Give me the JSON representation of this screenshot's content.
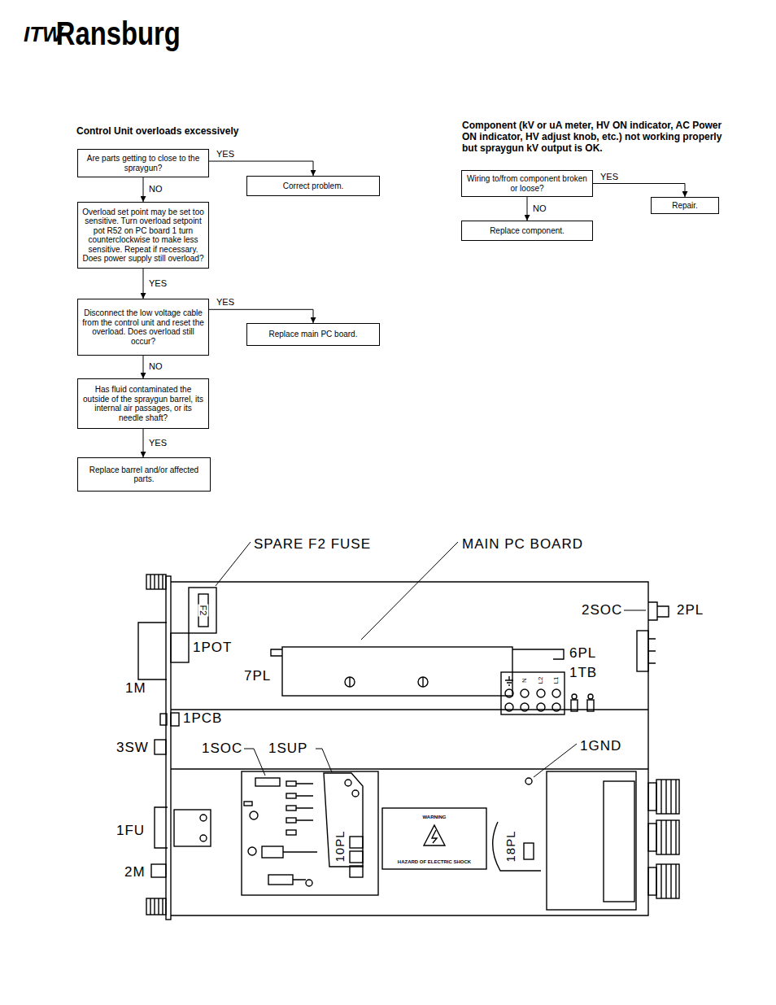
{
  "diagram": {
    "nodes": [
      {
        "text": [
          "Are parts getting to close to the spraygun?"
        ]
      },
      {
        "text": [
          "Correct problem."
        ]
      },
      {
        "text": [
          "Overload set point may be set too sensitive. Turn overload setpoint pot R52 on PC board 1 turn counterclockwise to make less sensitive. Repeat if necessary. Does power supply still overload?"
        ]
      },
      {
        "text": [
          "Disconnect the low voltage cable from the control unit and reset the overload. Does overload still occur?"
        ]
      },
      {
        "text": [
          "Replace main PC board."
        ]
      },
      {
        "text": [
          "Has fluid contaminated the outside of the spraygun barrel, its internal air passages, or its needle shaft?"
        ]
      },
      {
        "text": [
          "Replace barrel and/or affected parts."
        ]
      },
      {
        "text": [
          "Wiring to/from component broken or loose?"
        ]
      },
      {
        "text": [
          "Repair."
        ]
      },
      {
        "text": [
          "Replace component."
        ]
      }
    ],
    "edges": [
      {
        "from": 0,
        "to": 1,
        "label": "YES",
        "arrow": "to"
      },
      {
        "from": 0,
        "to": 2,
        "label": "NO",
        "arrow": "to"
      },
      {
        "from": 2,
        "to": 3,
        "label": "YES",
        "arrow": "to"
      },
      {
        "from": 3,
        "to": 4,
        "label": "YES",
        "arrow": "to"
      },
      {
        "from": 3,
        "to": 5,
        "label": "NO",
        "arrow": "to"
      },
      {
        "from": 5,
        "to": 6,
        "label": "YES",
        "arrow": "to"
      },
      {
        "from": 7,
        "to": 8,
        "label": "YES",
        "arrow": "to"
      },
      {
        "from": 7,
        "to": 9,
        "label": "NO",
        "arrow": "to"
      }
    ],
    "labels": [
      "ITW",
      "Ransburg",
      "Control Unit overloads excessively",
      "Component (kV or uA meter, HV ON indicator, AC Power ON indicator, HV adjust knob, etc.) not working properly but spraygun kV output is OK.",
      "SPARE F2 FUSE",
      "MAIN PC BOARD",
      "2SOC",
      "2PL",
      "F2",
      "1POT",
      "6PL",
      "7PL",
      "1TB",
      "1M",
      "1PCB",
      "3SW",
      "1SOC",
      "1SUP",
      "1GND",
      "1FU",
      "2M",
      "WARNING",
      "HAZARD OF ELECTRIC SHOCK",
      "10PL",
      "18PL",
      "N",
      "L2",
      "L1"
    ]
  }
}
